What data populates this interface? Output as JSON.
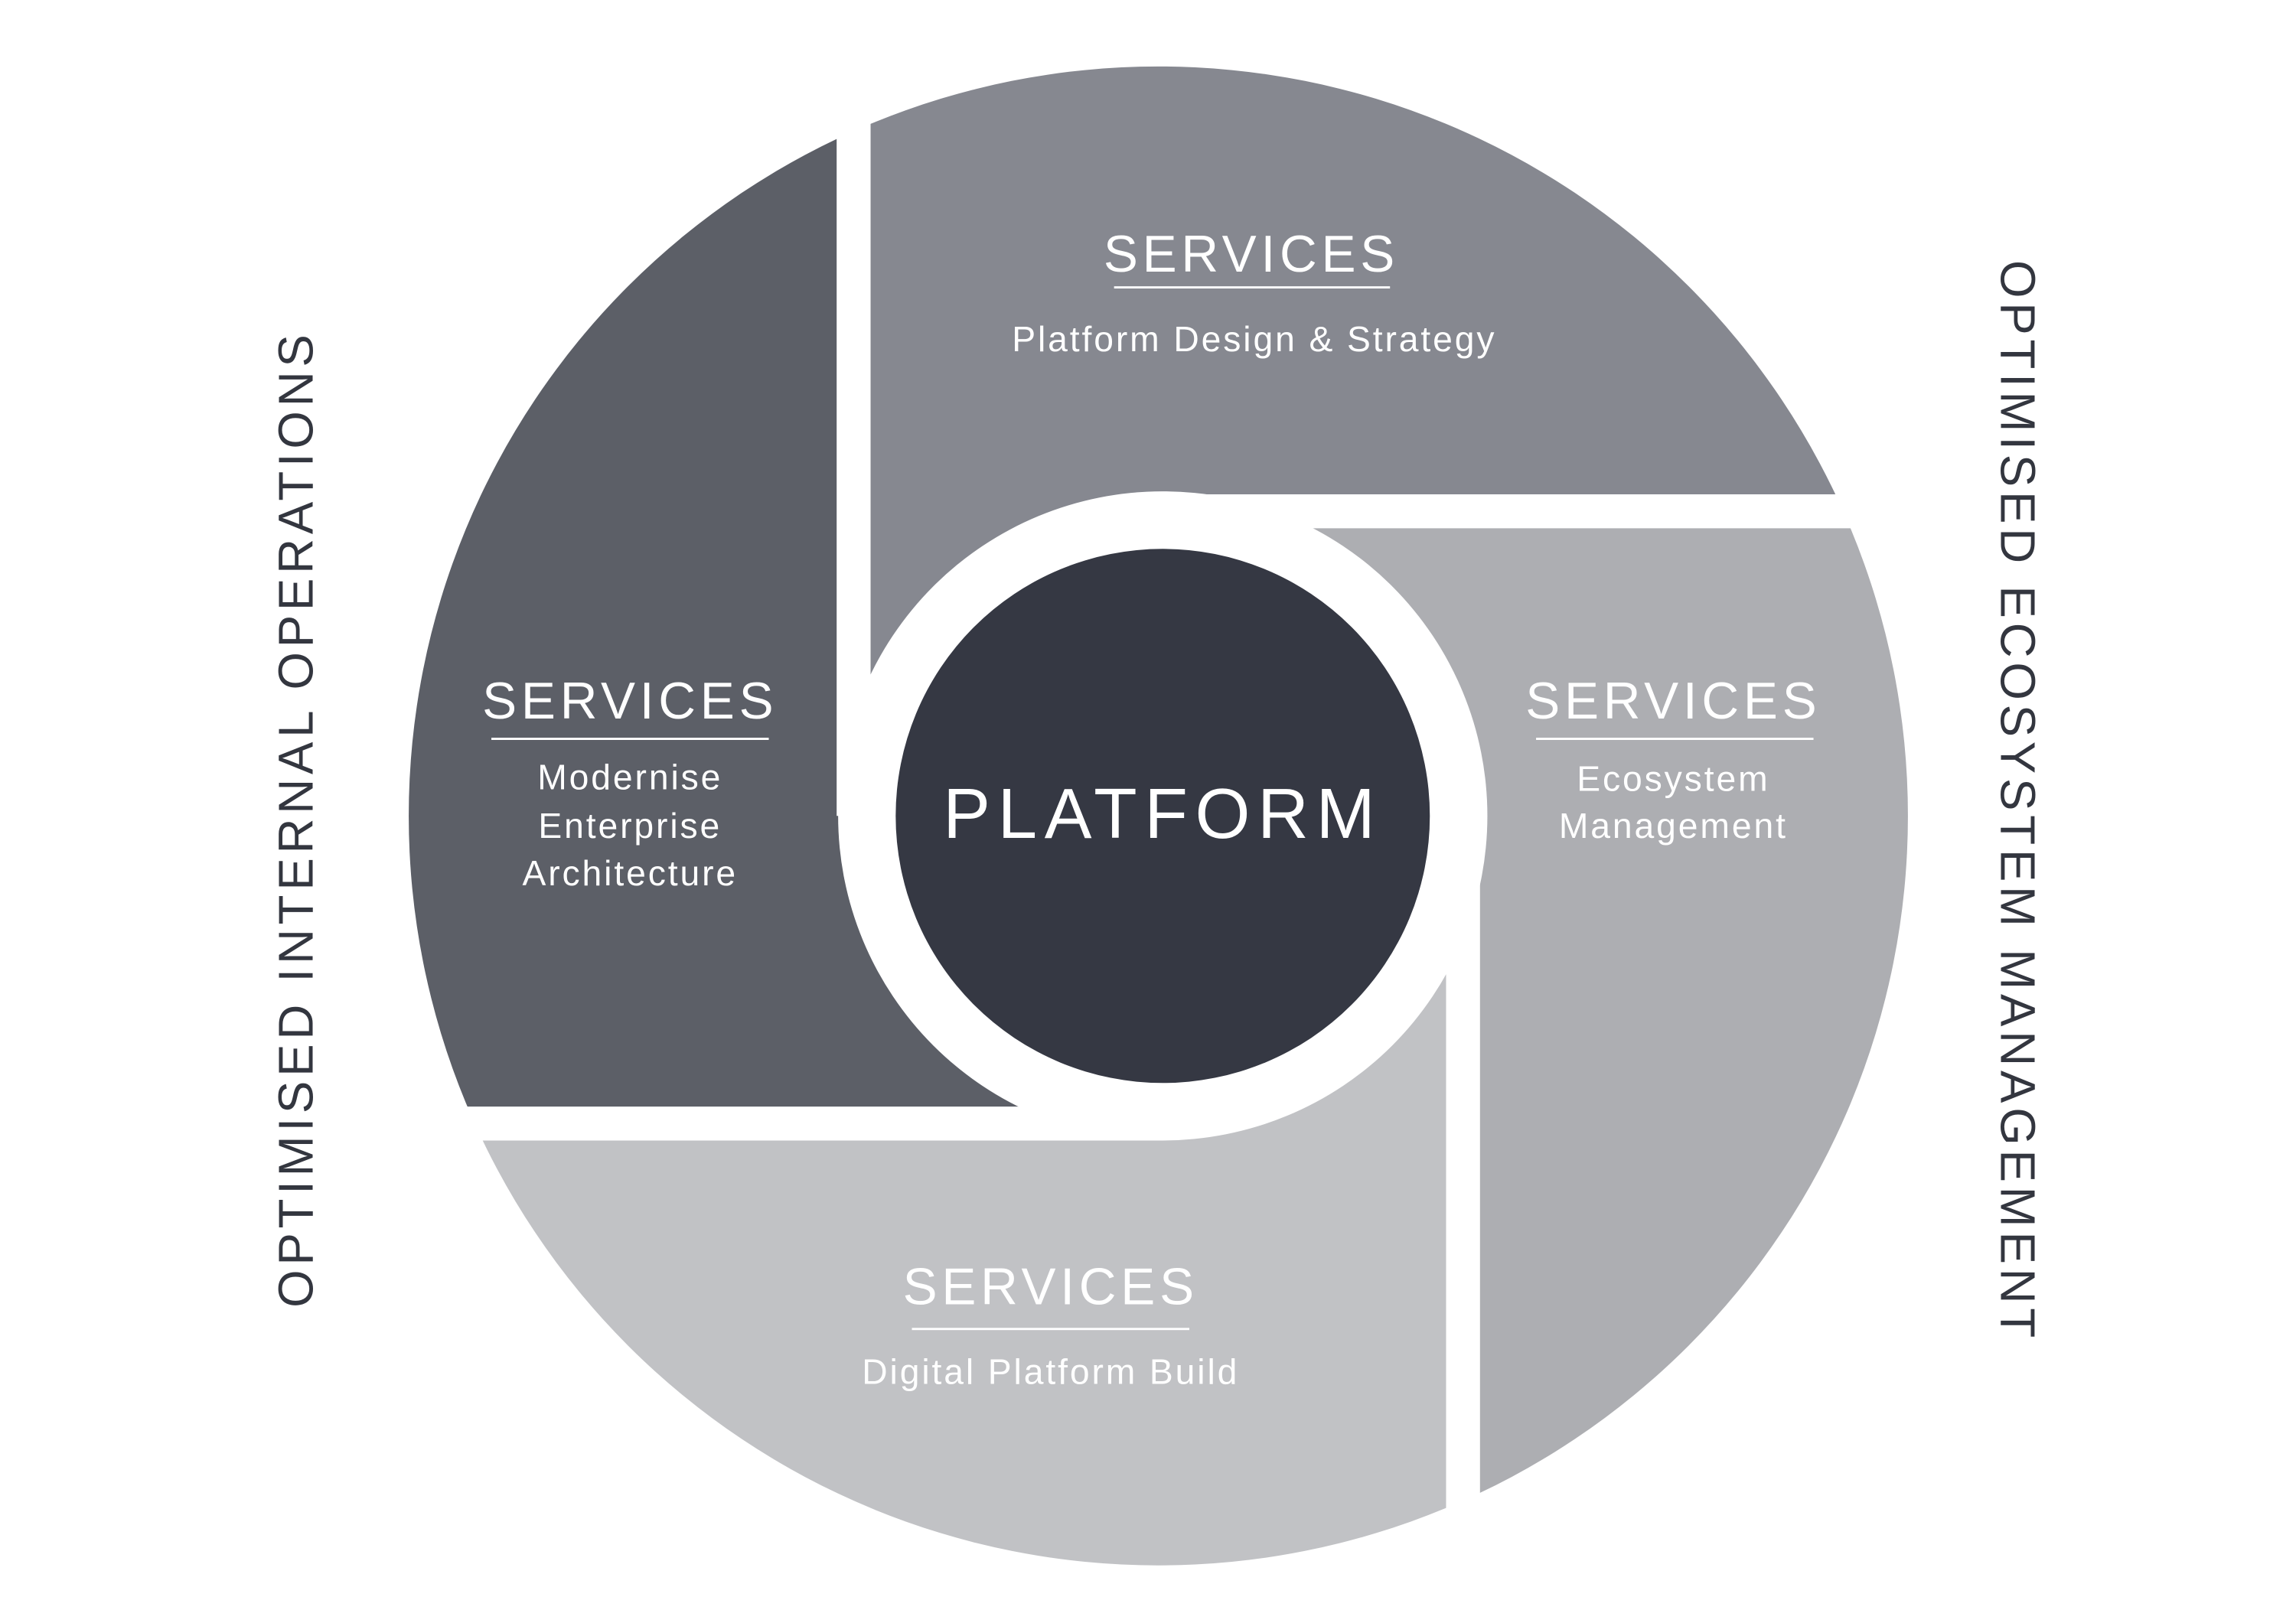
{
  "center": {
    "label": "PLATFORM"
  },
  "side_labels": {
    "left": "OPTIMISED INTERNAL OPERATIONS",
    "right": "OPTIMISED ECOSYSTEM MANAGEMENT"
  },
  "segments": [
    {
      "id": "top",
      "title": "SERVICES",
      "lines": [
        "Platform Design & Strategy"
      ],
      "color": "#868890"
    },
    {
      "id": "right",
      "title": "SERVICES",
      "lines": [
        "Ecosystem",
        "Management"
      ],
      "color": "#adaeb2"
    },
    {
      "id": "bottom",
      "title": "SERVICES",
      "lines": [
        "Digital Platform Build"
      ],
      "color": "#c1c2c5"
    },
    {
      "id": "left",
      "title": "SERVICES",
      "lines": [
        "Modernise",
        "Enterprise",
        "Architecture"
      ],
      "color": "#5c5f67"
    }
  ],
  "colors": {
    "core": "#353843",
    "side_text": "#33363f",
    "background": "#ffffff"
  }
}
